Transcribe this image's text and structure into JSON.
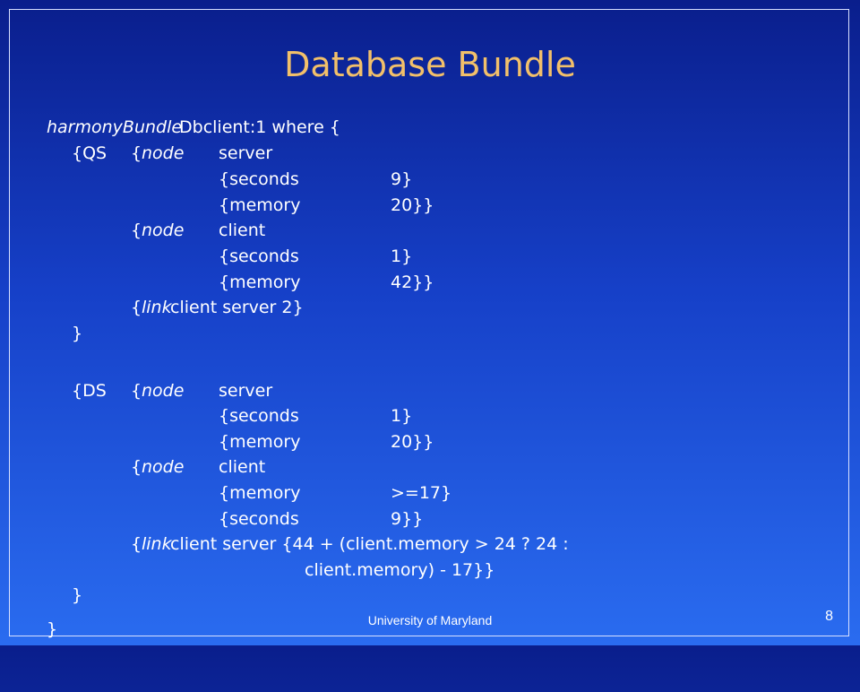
{
  "slide": {
    "title": "Database Bundle",
    "footer": "University of Maryland",
    "page_number": "8"
  },
  "code": {
    "lines": [
      [
        "harmonyBundle",
        "Dbclient:1 where {"
      ],
      [
        "{QS",
        "{",
        "node",
        "server"
      ],
      [
        "{seconds",
        "9}"
      ],
      [
        "{memory",
        "20}}"
      ],
      [
        "{",
        "node",
        "client"
      ],
      [
        "{seconds",
        "1}"
      ],
      [
        "{memory",
        "42}}"
      ],
      [
        "{",
        "link",
        "client server 2}"
      ],
      [
        "}"
      ],
      [
        "{DS",
        "{",
        "node",
        "server"
      ],
      [
        "{seconds",
        "1}"
      ],
      [
        "{memory",
        "20}}"
      ],
      [
        "{",
        "node",
        "client"
      ],
      [
        "{memory",
        ">=17}"
      ],
      [
        "{seconds",
        "9}}"
      ],
      [
        "{",
        "link",
        "client server {44 + (client.memory > 24 ? 24 :"
      ],
      [
        "client.memory) - 17}}"
      ],
      [
        "}"
      ],
      [
        "}"
      ]
    ]
  }
}
